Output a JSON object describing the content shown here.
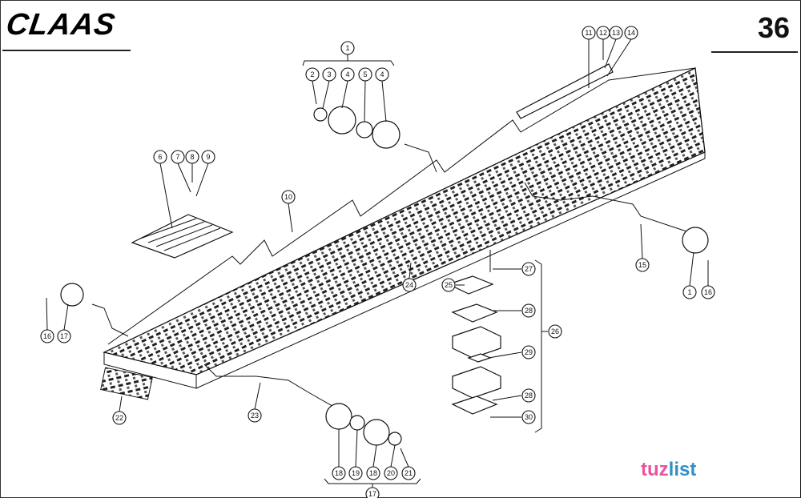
{
  "header": {
    "brand": "CLAAS",
    "page_number": "36"
  },
  "watermark": {
    "part1": "tuz",
    "part2": "list"
  },
  "callouts": [
    "1",
    "2",
    "3",
    "4",
    "5",
    "4",
    "6",
    "7",
    "8",
    "9",
    "10",
    "11",
    "12",
    "13",
    "14",
    "15",
    "1",
    "16",
    "24",
    "25",
    "27",
    "28",
    "26",
    "29",
    "28",
    "30",
    "16",
    "17",
    "22",
    "23",
    "18",
    "19",
    "18",
    "20",
    "21",
    "17"
  ]
}
